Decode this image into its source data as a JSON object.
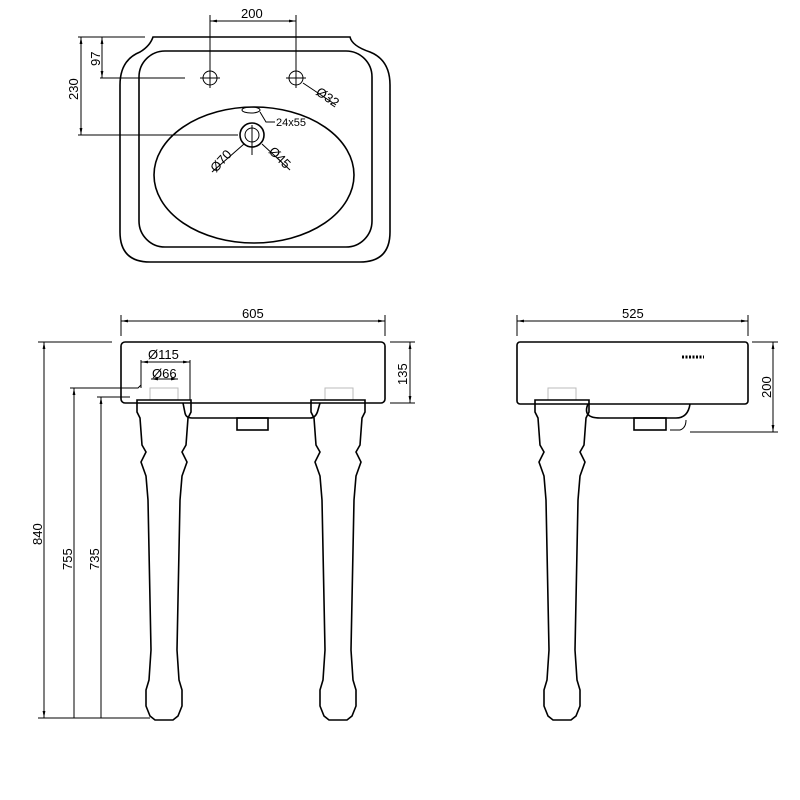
{
  "top_view": {
    "tap_spacing": "200",
    "tap_offset": "97",
    "drain_offset": "230",
    "tap_hole": "Ø32",
    "overflow": "24x55",
    "drain_outer": "Ø70",
    "drain_inner": "Ø45"
  },
  "front_view": {
    "width": "605",
    "basin_height": "135",
    "leg_top_outer": "Ø115",
    "leg_top_inner": "Ø66",
    "total_height": "840",
    "height_755": "755",
    "height_735": "735"
  },
  "side_view": {
    "depth": "525",
    "height": "200"
  }
}
